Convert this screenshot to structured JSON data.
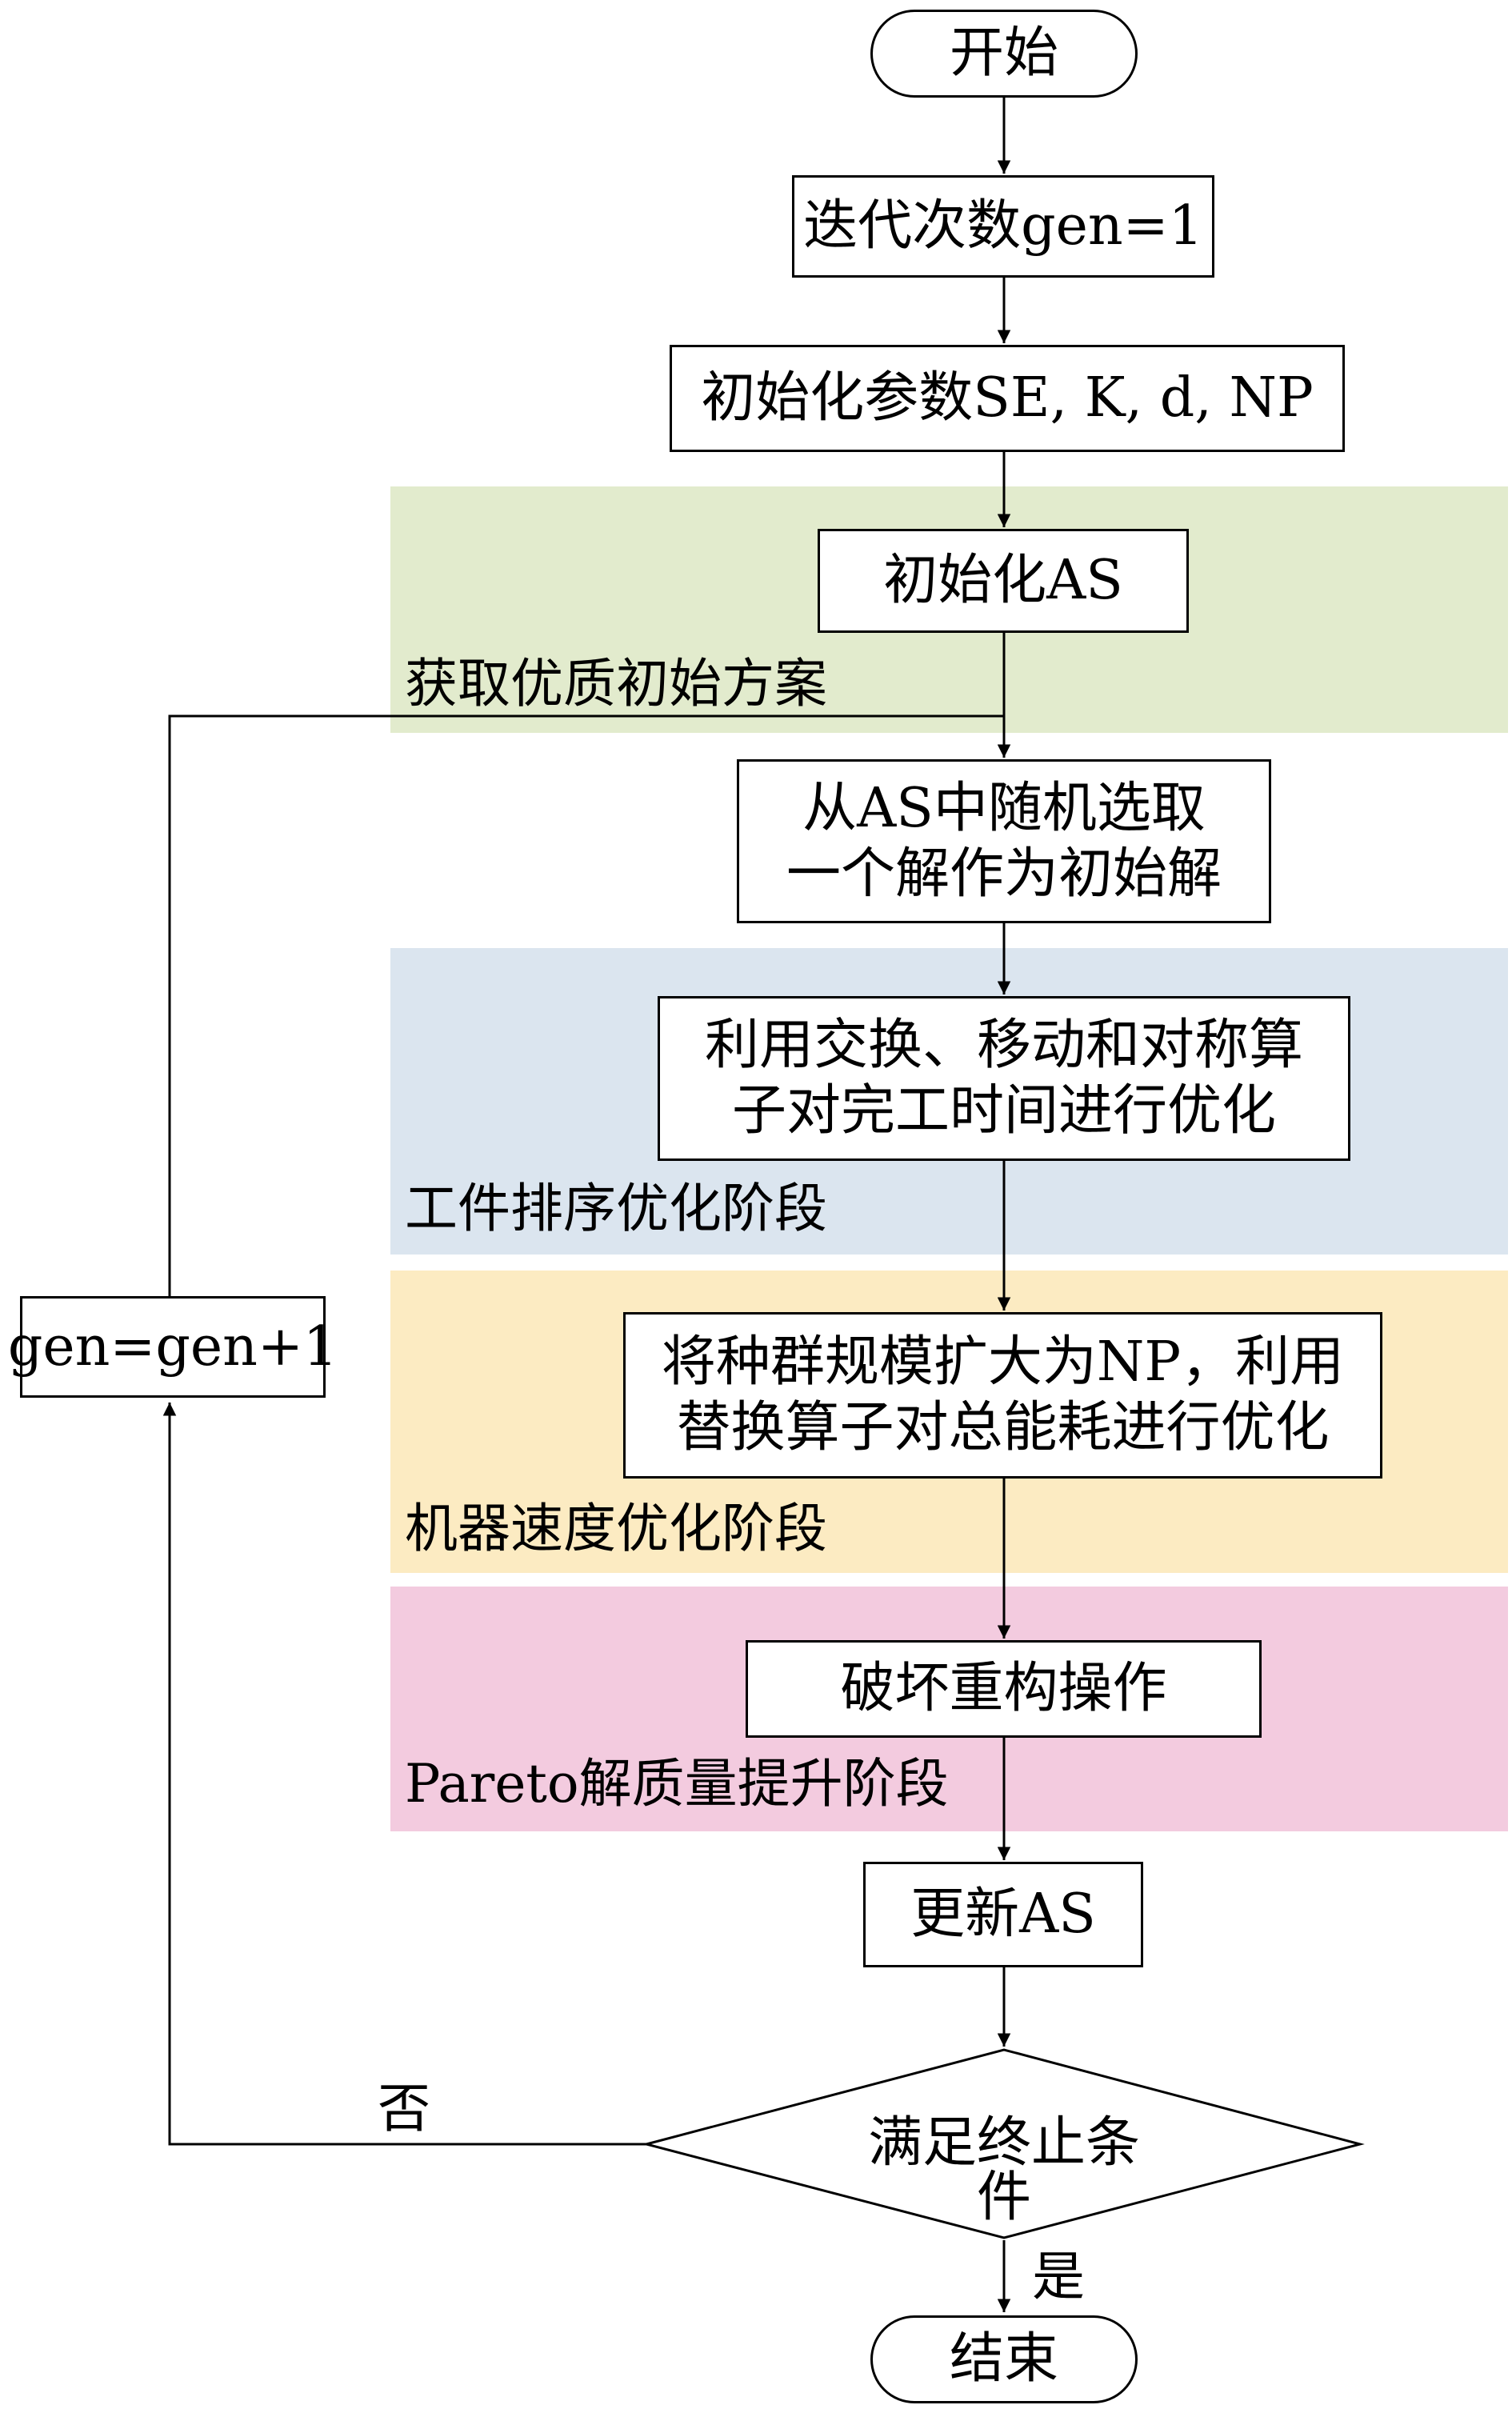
{
  "colors": {
    "phase_1": "#e2ebcd",
    "phase_2": "#dbe5ef",
    "phase_3": "#fcebc2",
    "phase_4": "#f3cbdf",
    "line": "#000000"
  },
  "phases": {
    "phase_1": "获取优质初始方案",
    "phase_2": "工件排序优化阶段",
    "phase_3": "机器速度优化阶段",
    "phase_4": "Pareto解质量提升阶段"
  },
  "nodes": {
    "start": "开始",
    "gen_init": "迭代次数gen=1",
    "param_init": "初始化参数SE, K, d, NP",
    "as_init": "初始化AS",
    "select_line1": "从AS中随机选取",
    "select_line2": "一个解作为初始解",
    "sequence_line1": "利用交换、移动和对称算",
    "sequence_line2": "子对完工时间进行优化",
    "speed_line1": "将种群规模扩大为NP，利用",
    "speed_line2": "替换算子对总能耗进行优化",
    "destroy_rebuild": "破坏重构操作",
    "update_as": "更新AS",
    "termination": "满足终止条件",
    "gen_increment": "gen=gen+1",
    "end": "结束"
  },
  "edges": {
    "no": "否",
    "yes": "是"
  }
}
